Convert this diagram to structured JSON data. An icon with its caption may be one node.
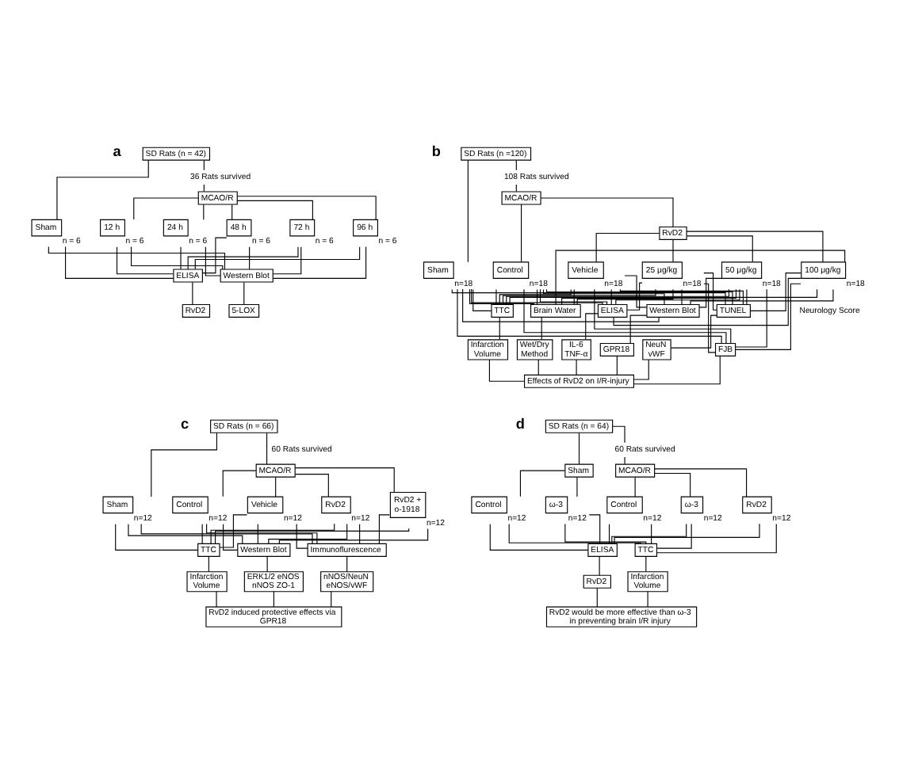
{
  "diagram": {
    "nodes": [
      {
        "text": [
          "SD Rats (n = 42)"
        ]
      },
      {
        "text": [
          "MCAO/R"
        ]
      },
      {
        "text": [
          "Sham"
        ],
        "beside": [
          "n = 6"
        ]
      },
      {
        "text": [
          "12 h"
        ],
        "beside": [
          "n = 6"
        ]
      },
      {
        "text": [
          "24 h"
        ],
        "beside": [
          "n = 6"
        ]
      },
      {
        "text": [
          "48 h"
        ],
        "beside": [
          "n = 6"
        ]
      },
      {
        "text": [
          "72 h"
        ],
        "beside": [
          "n = 6"
        ]
      },
      {
        "text": [
          "96 h"
        ],
        "beside": [
          "n = 6"
        ]
      },
      {
        "text": [
          "ELISA"
        ]
      },
      {
        "text": [
          "Western Blot"
        ]
      },
      {
        "text": [
          "RvD2"
        ]
      },
      {
        "text": [
          "5-LOX"
        ]
      },
      {
        "text": [
          "SD Rats (n =120)"
        ]
      },
      {
        "text": [
          "MCAO/R"
        ]
      },
      {
        "text": [
          "RvD2"
        ]
      },
      {
        "text": [
          "Sham"
        ],
        "beside": [
          "n=18"
        ]
      },
      {
        "text": [
          "Control"
        ],
        "beside": [
          "n=18"
        ]
      },
      {
        "text": [
          "Vehicle"
        ],
        "beside": [
          "n=18"
        ]
      },
      {
        "text": [
          "25 μg/kg"
        ],
        "beside": [
          "n=18"
        ]
      },
      {
        "text": [
          "50 μg/kg"
        ],
        "beside": [
          "n=18"
        ]
      },
      {
        "text": [
          "100 μg/kg"
        ],
        "beside": [
          "n=18"
        ]
      },
      {
        "text": [
          "TTC"
        ]
      },
      {
        "text": [
          "Brain Water"
        ]
      },
      {
        "text": [
          "ELISA"
        ]
      },
      {
        "text": [
          "Western Blot"
        ]
      },
      {
        "text": [
          "TUNEL"
        ]
      },
      {
        "text": [
          "FJB"
        ]
      },
      {
        "text": [
          "Infarction Volume"
        ]
      },
      {
        "text": [
          "Wet/Dry Method"
        ]
      },
      {
        "text": [
          "IL-6 TNF-α"
        ]
      },
      {
        "text": [
          "GPR18"
        ]
      },
      {
        "text": [
          "NeuN vWF"
        ]
      },
      {
        "text": [
          "Effects of RvD2 on I/R-injury"
        ]
      },
      {
        "text": [
          "SD Rats (n = 66)"
        ]
      },
      {
        "text": [
          "MCAO/R"
        ]
      },
      {
        "text": [
          "Sham"
        ],
        "beside": [
          "n=12"
        ]
      },
      {
        "text": [
          "Control"
        ],
        "beside": [
          "n=12"
        ]
      },
      {
        "text": [
          "Vehicle"
        ],
        "beside": [
          "n=12"
        ]
      },
      {
        "text": [
          "RvD2"
        ],
        "beside": [
          "n=12"
        ]
      },
      {
        "text": [
          "RvD2 + o-1918"
        ],
        "beside": [
          "n=12"
        ]
      },
      {
        "text": [
          "TTC"
        ]
      },
      {
        "text": [
          "Western Blot"
        ]
      },
      {
        "text": [
          "Immunoflurescence"
        ]
      },
      {
        "text": [
          "Infarction Volume"
        ]
      },
      {
        "text": [
          "ERK1/2 eNOS nNOS ZO-1"
        ]
      },
      {
        "text": [
          "nNOS/NeuN eNOS/vWF"
        ]
      },
      {
        "text": [
          "RvD2 induced protective effects via GPR18"
        ]
      },
      {
        "text": [
          "SD Rats (n = 64)"
        ]
      },
      {
        "text": [
          "Sham"
        ]
      },
      {
        "text": [
          "MCAO/R"
        ]
      },
      {
        "text": [
          "Control"
        ],
        "beside": [
          "n=12"
        ]
      },
      {
        "text": [
          "ω-3"
        ],
        "beside": [
          "n=12"
        ]
      },
      {
        "text": [
          "Control"
        ],
        "beside": [
          "n=12"
        ]
      },
      {
        "text": [
          "ω-3"
        ],
        "beside": [
          "n=12"
        ]
      },
      {
        "text": [
          "RvD2"
        ],
        "beside": [
          "n=12"
        ]
      },
      {
        "text": [
          "ELISA"
        ]
      },
      {
        "text": [
          "TTC"
        ]
      },
      {
        "text": [
          "RvD2"
        ]
      },
      {
        "text": [
          "Infarction Volume"
        ]
      },
      {
        "text": [
          "RvD2 would be more effective than ω-3 in preventing brain I/R injury"
        ]
      }
    ],
    "edges": [
      {
        "from": 0,
        "to": 2,
        "arrow": "none"
      },
      {
        "from": 0,
        "to": 1,
        "arrow": "none",
        "label": "36 Rats survived"
      },
      {
        "from": 1,
        "to": 3,
        "arrow": "none"
      },
      {
        "from": 1,
        "to": 4,
        "arrow": "none"
      },
      {
        "from": 1,
        "to": 5,
        "arrow": "none"
      },
      {
        "from": 1,
        "to": 6,
        "arrow": "none"
      },
      {
        "from": 1,
        "to": 7,
        "arrow": "none"
      },
      {
        "from": 2,
        "to": 8,
        "arrow": "none"
      },
      {
        "from": 2,
        "to": 9,
        "arrow": "none"
      },
      {
        "from": 3,
        "to": 8,
        "arrow": "none"
      },
      {
        "from": 3,
        "to": 9,
        "arrow": "none"
      },
      {
        "from": 4,
        "to": 8,
        "arrow": "none"
      },
      {
        "from": 4,
        "to": 9,
        "arrow": "none"
      },
      {
        "from": 5,
        "to": 8,
        "arrow": "none"
      },
      {
        "from": 5,
        "to": 9,
        "arrow": "none"
      },
      {
        "from": 6,
        "to": 8,
        "arrow": "none"
      },
      {
        "from": 6,
        "to": 9,
        "arrow": "none"
      },
      {
        "from": 7,
        "to": 8,
        "arrow": "none"
      },
      {
        "from": 7,
        "to": 9,
        "arrow": "none"
      },
      {
        "from": 8,
        "to": 10,
        "arrow": "none"
      },
      {
        "from": 9,
        "to": 11,
        "arrow": "none"
      },
      {
        "from": 12,
        "to": 15,
        "arrow": "none"
      },
      {
        "from": 12,
        "to": 13,
        "arrow": "none",
        "label": "108 Rats survived"
      },
      {
        "from": 13,
        "to": 16,
        "arrow": "none"
      },
      {
        "from": 13,
        "to": 14,
        "arrow": "none"
      },
      {
        "from": 14,
        "to": 17,
        "arrow": "none"
      },
      {
        "from": 14,
        "to": 18,
        "arrow": "none"
      },
      {
        "from": 14,
        "to": 19,
        "arrow": "none"
      },
      {
        "from": 14,
        "to": 20,
        "arrow": "none"
      },
      {
        "from": 15,
        "to": 21,
        "arrow": "none"
      },
      {
        "from": 15,
        "to": 22,
        "arrow": "none"
      },
      {
        "from": 15,
        "to": 23,
        "arrow": "none"
      },
      {
        "from": 15,
        "to": 24,
        "arrow": "none"
      },
      {
        "from": 15,
        "to": 25,
        "arrow": "none"
      },
      {
        "from": 15,
        "to": 26,
        "arrow": "none"
      },
      {
        "from": 16,
        "to": 21,
        "arrow": "none"
      },
      {
        "from": 16,
        "to": 22,
        "arrow": "none"
      },
      {
        "from": 16,
        "to": 23,
        "arrow": "none"
      },
      {
        "from": 16,
        "to": 24,
        "arrow": "none"
      },
      {
        "from": 16,
        "to": 25,
        "arrow": "none"
      },
      {
        "from": 16,
        "to": 26,
        "arrow": "none"
      },
      {
        "from": 17,
        "to": 21,
        "arrow": "none"
      },
      {
        "from": 17,
        "to": 22,
        "arrow": "none"
      },
      {
        "from": 17,
        "to": 23,
        "arrow": "none"
      },
      {
        "from": 17,
        "to": 24,
        "arrow": "none"
      },
      {
        "from": 17,
        "to": 25,
        "arrow": "none"
      },
      {
        "from": 17,
        "to": 26,
        "arrow": "none"
      },
      {
        "from": 18,
        "to": 21,
        "arrow": "none"
      },
      {
        "from": 18,
        "to": 22,
        "arrow": "none"
      },
      {
        "from": 18,
        "to": 23,
        "arrow": "none"
      },
      {
        "from": 18,
        "to": 24,
        "arrow": "none"
      },
      {
        "from": 18,
        "to": 25,
        "arrow": "none"
      },
      {
        "from": 18,
        "to": 26,
        "arrow": "none"
      },
      {
        "from": 19,
        "to": 21,
        "arrow": "none"
      },
      {
        "from": 19,
        "to": 22,
        "arrow": "none"
      },
      {
        "from": 19,
        "to": 23,
        "arrow": "none"
      },
      {
        "from": 19,
        "to": 24,
        "arrow": "none"
      },
      {
        "from": 19,
        "to": 25,
        "arrow": "none"
      },
      {
        "from": 19,
        "to": 26,
        "arrow": "none"
      },
      {
        "from": 20,
        "to": 21,
        "arrow": "none"
      },
      {
        "from": 20,
        "to": 22,
        "arrow": "none"
      },
      {
        "from": 20,
        "to": 23,
        "arrow": "none"
      },
      {
        "from": 20,
        "to": 24,
        "arrow": "none"
      },
      {
        "from": 20,
        "to": 25,
        "arrow": "none"
      },
      {
        "from": 20,
        "to": 26,
        "arrow": "none"
      },
      {
        "from": 21,
        "to": 27,
        "arrow": "none"
      },
      {
        "from": 22,
        "to": 28,
        "arrow": "none"
      },
      {
        "from": 23,
        "to": 29,
        "arrow": "none"
      },
      {
        "from": 24,
        "to": 30,
        "arrow": "none"
      },
      {
        "from": 25,
        "to": 31,
        "arrow": "none"
      },
      {
        "from": 27,
        "to": 32,
        "arrow": "none"
      },
      {
        "from": 28,
        "to": 32,
        "arrow": "none"
      },
      {
        "from": 29,
        "to": 32,
        "arrow": "none"
      },
      {
        "from": 30,
        "to": 32,
        "arrow": "none"
      },
      {
        "from": 31,
        "to": 32,
        "arrow": "none"
      },
      {
        "from": 26,
        "to": 32,
        "arrow": "none"
      },
      {
        "from": 33,
        "to": 35,
        "arrow": "none"
      },
      {
        "from": 33,
        "to": 34,
        "arrow": "none",
        "label": "60 Rats survived"
      },
      {
        "from": 34,
        "to": 36,
        "arrow": "none"
      },
      {
        "from": 34,
        "to": 37,
        "arrow": "none"
      },
      {
        "from": 34,
        "to": 38,
        "arrow": "none"
      },
      {
        "from": 34,
        "to": 39,
        "arrow": "none"
      },
      {
        "from": 35,
        "to": 40,
        "arrow": "none"
      },
      {
        "from": 35,
        "to": 41,
        "arrow": "none"
      },
      {
        "from": 35,
        "to": 42,
        "arrow": "none"
      },
      {
        "from": 36,
        "to": 40,
        "arrow": "none"
      },
      {
        "from": 36,
        "to": 41,
        "arrow": "none"
      },
      {
        "from": 36,
        "to": 42,
        "arrow": "none"
      },
      {
        "from": 37,
        "to": 40,
        "arrow": "none"
      },
      {
        "from": 37,
        "to": 41,
        "arrow": "none"
      },
      {
        "from": 37,
        "to": 42,
        "arrow": "none"
      },
      {
        "from": 38,
        "to": 40,
        "arrow": "none"
      },
      {
        "from": 38,
        "to": 41,
        "arrow": "none"
      },
      {
        "from": 38,
        "to": 42,
        "arrow": "none"
      },
      {
        "from": 39,
        "to": 40,
        "arrow": "none"
      },
      {
        "from": 39,
        "to": 41,
        "arrow": "none"
      },
      {
        "from": 39,
        "to": 42,
        "arrow": "none"
      },
      {
        "from": 40,
        "to": 43,
        "arrow": "none"
      },
      {
        "from": 41,
        "to": 44,
        "arrow": "none"
      },
      {
        "from": 42,
        "to": 45,
        "arrow": "none"
      },
      {
        "from": 43,
        "to": 46,
        "arrow": "none"
      },
      {
        "from": 44,
        "to": 46,
        "arrow": "none"
      },
      {
        "from": 45,
        "to": 46,
        "arrow": "none"
      },
      {
        "from": 47,
        "to": 48,
        "arrow": "none"
      },
      {
        "from": 47,
        "to": 49,
        "arrow": "none",
        "label": "60 Rats survived"
      },
      {
        "from": 48,
        "to": 50,
        "arrow": "none"
      },
      {
        "from": 48,
        "to": 51,
        "arrow": "none"
      },
      {
        "from": 49,
        "to": 52,
        "arrow": "none"
      },
      {
        "from": 49,
        "to": 53,
        "arrow": "none"
      },
      {
        "from": 49,
        "to": 54,
        "arrow": "none"
      },
      {
        "from": 50,
        "to": 55,
        "arrow": "none"
      },
      {
        "from": 50,
        "to": 56,
        "arrow": "none"
      },
      {
        "from": 51,
        "to": 55,
        "arrow": "none"
      },
      {
        "from": 51,
        "to": 56,
        "arrow": "none"
      },
      {
        "from": 52,
        "to": 55,
        "arrow": "none"
      },
      {
        "from": 52,
        "to": 56,
        "arrow": "none"
      },
      {
        "from": 53,
        "to": 55,
        "arrow": "none"
      },
      {
        "from": 53,
        "to": 56,
        "arrow": "none"
      },
      {
        "from": 54,
        "to": 55,
        "arrow": "none"
      },
      {
        "from": 54,
        "to": 56,
        "arrow": "none"
      },
      {
        "from": 55,
        "to": 57,
        "arrow": "none"
      },
      {
        "from": 56,
        "to": 58,
        "arrow": "none"
      },
      {
        "from": 57,
        "to": 59,
        "arrow": "none"
      },
      {
        "from": 58,
        "to": 59,
        "arrow": "none"
      }
    ],
    "labels": [
      "a",
      "b",
      "Neurology Score",
      "c",
      "d"
    ]
  }
}
